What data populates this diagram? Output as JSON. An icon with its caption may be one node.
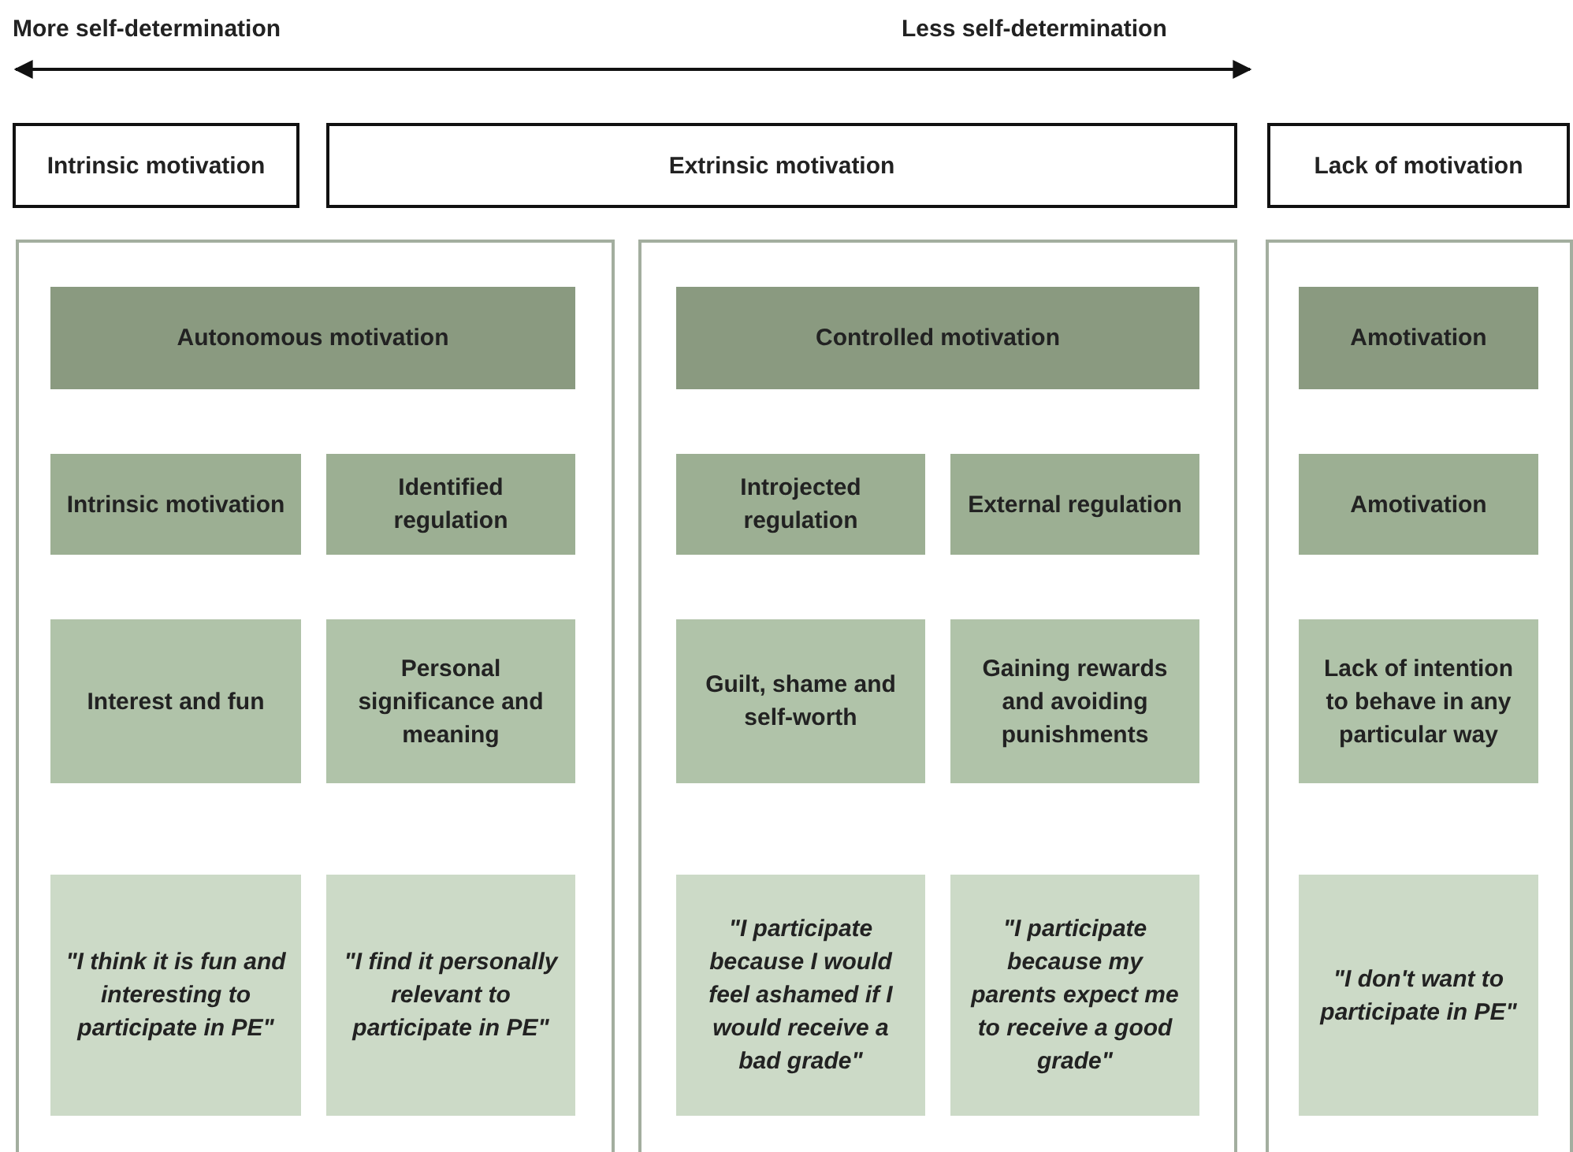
{
  "diagram": {
    "nodes": [
      {
        "text": [
          "Intrinsic motivation"
        ]
      },
      {
        "text": [
          "Extrinsic motivation"
        ]
      },
      {
        "text": [
          "Lack of motivation"
        ]
      },
      {
        "text": [],
        "shape": "box"
      },
      {
        "text": [
          "Autonomous motivation"
        ],
        "in": 3
      },
      {
        "text": [
          "Intrinsic motivation"
        ],
        "in": 3
      },
      {
        "text": [
          "Identified regulation"
        ],
        "in": 3
      },
      {
        "text": [
          "Interest and fun"
        ],
        "in": 3
      },
      {
        "text": [
          "Personal significance and meaning"
        ],
        "in": 3
      },
      {
        "text": [
          "\"I think it is fun and interesting to participate in PE\""
        ],
        "in": 3
      },
      {
        "text": [
          "\"I find it personally relevant to participate in PE\""
        ],
        "in": 3
      },
      {
        "text": [],
        "shape": "box"
      },
      {
        "text": [
          "Controlled motivation"
        ],
        "in": 11
      },
      {
        "text": [
          "Introjected regulation"
        ],
        "in": 11
      },
      {
        "text": [
          "External regulation"
        ],
        "in": 11
      },
      {
        "text": [
          "Guilt, shame and self-worth"
        ],
        "in": 11
      },
      {
        "text": [
          "Gaining rewards and avoiding punishments"
        ],
        "in": 11
      },
      {
        "text": [
          "\"I participate because I would feel ashamed if I would receive a bad grade\""
        ],
        "in": 11
      },
      {
        "text": [
          "\"I participate because my parents expect me to receive a good grade\""
        ],
        "in": 11
      },
      {
        "text": [],
        "shape": "box"
      },
      {
        "text": [
          "Amotivation"
        ],
        "in": 19
      },
      {
        "text": [
          "Amotivation"
        ],
        "in": 19
      },
      {
        "text": [
          "Lack of intention to behave in any particular way"
        ],
        "in": 19
      },
      {
        "text": [
          "\"I don't want to participate in PE\""
        ],
        "in": 19
      }
    ],
    "labels": [
      "More self-determination",
      "Less self-determination"
    ]
  }
}
